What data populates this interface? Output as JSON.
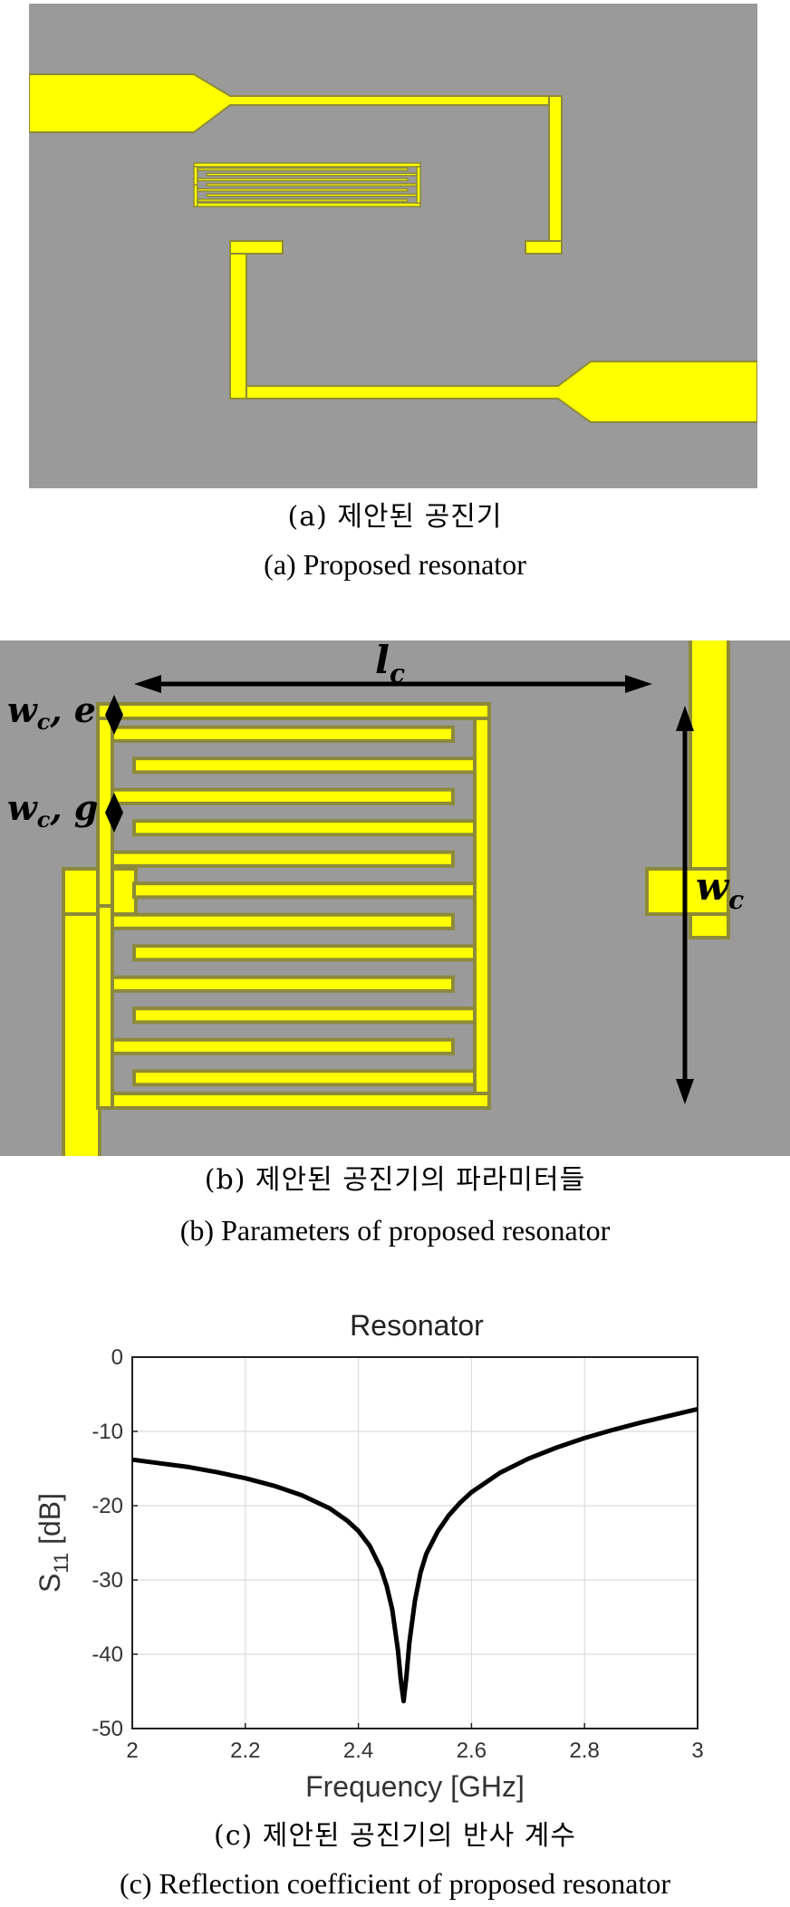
{
  "figure": {
    "panel_a": {
      "caption_kr": "(a)  제안된  공진기",
      "caption_en": "(a)  Proposed  resonator"
    },
    "panel_b": {
      "caption_kr": "(b)  제안된  공진기의  파라미터들",
      "caption_en": "(b)  Parameters  of  proposed  resonator",
      "labels": {
        "lc_main": "l",
        "lc_sub": "c",
        "we_main": "w",
        "we_sub": "c",
        "we_tail": ", e",
        "wg_main": "w",
        "wg_sub": "c",
        "wg_tail": ", g",
        "wc_main": "w",
        "wc_sub": "c"
      }
    },
    "panel_c": {
      "caption_kr": "(c)  제안된  공진기의  반사  계수",
      "caption_en": "(c)  Reflection  coefficient  of  proposed  resonator"
    }
  },
  "colors": {
    "substrate": "#9a9a9a",
    "metal": "#ffff00",
    "metal_edge": "#8c8a3a",
    "curve": "#000000"
  },
  "chart_data": {
    "type": "line",
    "title": "Resonator",
    "xlabel": "Frequency [GHz]",
    "ylabel_main": "S",
    "ylabel_sub": "11",
    "ylabel_tail": " [dB]",
    "xlim": [
      2,
      3
    ],
    "ylim": [
      -50,
      0
    ],
    "xticks": [
      2,
      2.2,
      2.4,
      2.6,
      2.8,
      3
    ],
    "xtick_labels": [
      "2",
      "2.2",
      "2.4",
      "2.6",
      "2.8",
      "3"
    ],
    "yticks": [
      0,
      -10,
      -20,
      -30,
      -40,
      -50
    ],
    "ytick_labels": [
      "0",
      "-10",
      "-20",
      "-30",
      "-40",
      "-50"
    ],
    "grid": true,
    "series": [
      {
        "x": [
          2.0,
          2.05,
          2.1,
          2.15,
          2.2,
          2.25,
          2.3,
          2.35,
          2.38,
          2.4,
          2.42,
          2.44,
          2.45,
          2.46,
          2.47,
          2.475,
          2.48,
          2.485,
          2.49,
          2.5,
          2.51,
          2.52,
          2.54,
          2.56,
          2.58,
          2.6,
          2.65,
          2.7,
          2.75,
          2.8,
          2.85,
          2.9,
          2.95,
          3.0
        ],
        "y": [
          -13.8,
          -14.3,
          -14.8,
          -15.5,
          -16.3,
          -17.3,
          -18.6,
          -20.4,
          -22.0,
          -23.4,
          -25.4,
          -28.5,
          -30.8,
          -34.0,
          -39.5,
          -43.5,
          -46.3,
          -43.0,
          -38.5,
          -32.8,
          -29.0,
          -26.5,
          -23.5,
          -21.3,
          -19.6,
          -18.2,
          -15.6,
          -13.7,
          -12.2,
          -10.9,
          -9.8,
          -8.8,
          -7.9,
          -7.0
        ]
      }
    ]
  }
}
